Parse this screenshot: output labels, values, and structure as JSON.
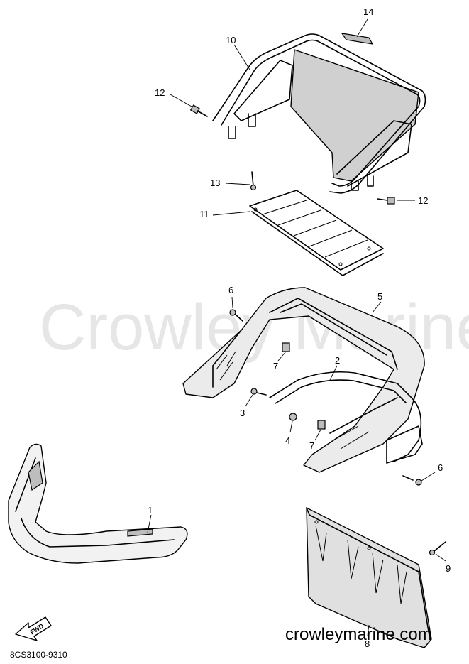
{
  "watermark": "Crowley Marine",
  "site_label": "crowleymarine.com",
  "diagram_code": "8CS3100-9310",
  "fwd_label": "FWD",
  "parts": [
    {
      "ref": "1"
    },
    {
      "ref": "2"
    },
    {
      "ref": "3"
    },
    {
      "ref": "4"
    },
    {
      "ref": "5"
    },
    {
      "ref": "6"
    },
    {
      "ref": "6"
    },
    {
      "ref": "7"
    },
    {
      "ref": "7"
    },
    {
      "ref": "8"
    },
    {
      "ref": "9"
    },
    {
      "ref": "10"
    },
    {
      "ref": "11"
    },
    {
      "ref": "12"
    },
    {
      "ref": "12"
    },
    {
      "ref": "13"
    },
    {
      "ref": "14"
    }
  ]
}
